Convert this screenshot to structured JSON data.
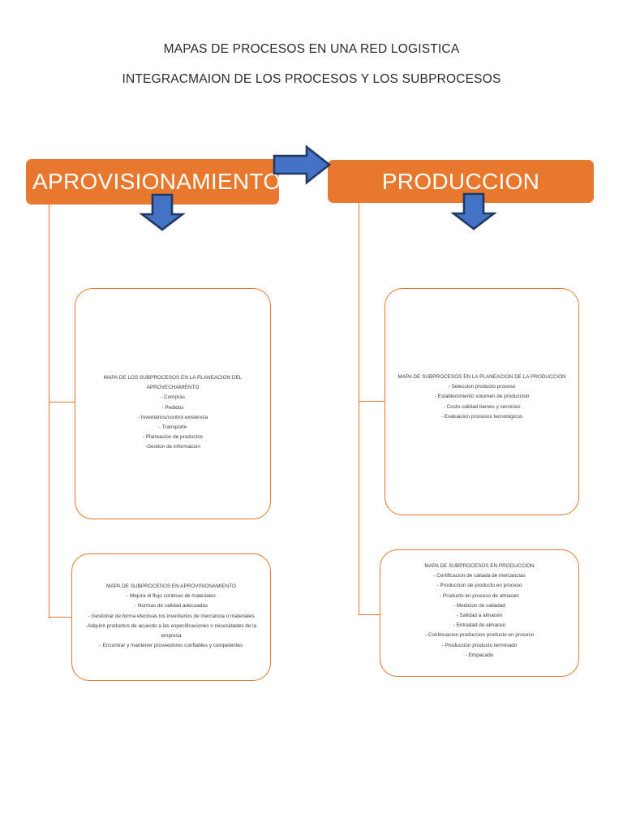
{
  "document": {
    "title_line_1": "MAPAS DE PROCESOS EN UNA RED LOGISTICA",
    "title_line_2": "INTEGRACMAION DE LOS PROCESOS Y LOS SUBPROCESOS"
  },
  "colors": {
    "orange": "#E8782D",
    "blue_fill": "#4472C4",
    "blue_outline": "#1F3864",
    "text": "#3c3c3c"
  },
  "banners": {
    "aprovisionamiento": "APROVISIONAMIENTO",
    "produccion": "PRODUCCION"
  },
  "arrows": [
    {
      "name": "arrow-right-aprovisionamiento-to-produccion",
      "direction": "right"
    },
    {
      "name": "arrow-down-aprovisionamiento",
      "direction": "down"
    },
    {
      "name": "arrow-down-produccion",
      "direction": "down"
    }
  ],
  "boxes": {
    "aprovisionamiento_planeacion": {
      "header": "MAPA DE LOS SUBPROCESOS EN LA PLANEACION DEL APROVECHAMIENTO",
      "items": [
        "- Compras",
        "- Pedidos",
        "-  Inventarios/control existencia",
        "- Transporte",
        "- Planeacion de productos",
        "-Gestion de informacion"
      ]
    },
    "produccion_planeacion": {
      "header": "MAPA DE SUBPROCESOS EN LA PLANEACION DE LA PRODUCCION",
      "items": [
        "- Seleccion producto proceso",
        "- Establecimiento volumen de produccion",
        "- Costo calidad bienes y servicios",
        "- Evaluacion procesos tecnologicos"
      ]
    },
    "aprovisionamiento_subprocesos": {
      "header": "MAPA DE SUBPROCESOS EN APROVISIONAMIENTO",
      "items": [
        "- Mejora el flujo continuo de materiales",
        "- Normas de calidad adecuadas",
        "- Gestionar de forma efectivas los inventarios de mercancia o materiales",
        "-Adquirir productos de acuerdo a las especificaciones o necesidades de la empresa",
        "- Encontrar y mantener proveedores confiables y competentes"
      ]
    },
    "produccion_subprocesos": {
      "header": "MAPA DE SUBPROCESOS EN PRODUCCION",
      "items": [
        "- Certificacion de caliada de mercancias",
        "- Produccion de producto en proceso",
        "- Producto en proceso de almacen",
        "- Medicion de caliadad",
        "- Salidad a almacen",
        "- Entradad de almacen",
        "- Continuacion produccion producto en proceso",
        "- Produccion producto terminado",
        "- Empacado"
      ]
    }
  }
}
